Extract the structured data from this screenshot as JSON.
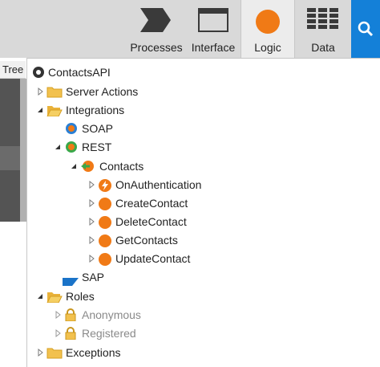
{
  "toolbar": {
    "tabs": [
      {
        "label": "Processes",
        "icon": "processes-chevron-icon"
      },
      {
        "label": "Interface",
        "icon": "interface-window-icon"
      },
      {
        "label": "Logic",
        "icon": "logic-orange-circle-icon",
        "active": true
      },
      {
        "label": "Data",
        "icon": "data-grid-icon"
      }
    ],
    "search_icon": "search-icon"
  },
  "left_pane": {
    "tab_label": "Tree"
  },
  "tree": {
    "root": "ContactsAPI",
    "server_actions": "Server Actions",
    "integrations": "Integrations",
    "soap": "SOAP",
    "rest": "REST",
    "contacts": "Contacts",
    "methods": [
      "OnAuthentication",
      "CreateContact",
      "DeleteContact",
      "GetContacts",
      "UpdateContact"
    ],
    "sap": "SAP",
    "roles": "Roles",
    "role_items": [
      "Anonymous",
      "Registered"
    ],
    "exceptions": "Exceptions"
  },
  "colors": {
    "accent_blue": "#1480d8",
    "logic_orange": "#f07a16",
    "folder_yellow": "#f2c14e"
  }
}
